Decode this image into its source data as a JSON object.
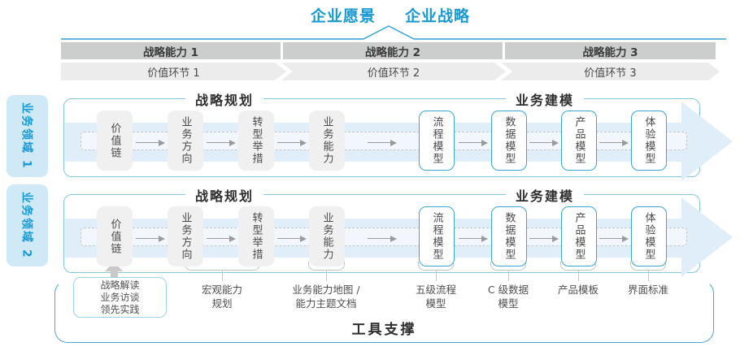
{
  "header": {
    "vision": "企业愿景",
    "strategy": "企业战略"
  },
  "capability_bars": [
    {
      "label": "战略能力 1"
    },
    {
      "label": "战略能力 2"
    },
    {
      "label": "战略能力 3"
    }
  ],
  "value_links": [
    {
      "label": "价值环节 1"
    },
    {
      "label": "价值环节 2"
    },
    {
      "label": "价值环节 3"
    }
  ],
  "domains": [
    {
      "label": "业务领域 1"
    },
    {
      "label": "业务领域 2"
    }
  ],
  "rows": [
    {
      "planning_header": "战略规划",
      "modeling_header": "业务建模",
      "planning_boxes": [
        "价值链",
        "业务方向",
        "转型举措",
        "业务能力"
      ],
      "modeling_boxes": [
        "流程模型",
        "数据模型",
        "产品模型",
        "体验模型"
      ]
    },
    {
      "planning_header": "战略规划",
      "modeling_header": "业务建模",
      "planning_boxes": [
        "价值链",
        "业务方向",
        "转型举措",
        "业务能力"
      ],
      "modeling_boxes": [
        "流程模型",
        "数据模型",
        "产品模型",
        "体验模型"
      ]
    }
  ],
  "annotations": {
    "practice_box": {
      "lines": [
        "战略解读",
        "业务访谈",
        "领先实践"
      ]
    },
    "macro": {
      "l1": "宏观能力",
      "l2": "规划"
    },
    "capability_map": {
      "l1": "业务能力地图 /",
      "l2": "能力主题文档"
    },
    "process": {
      "l1": "五级流程",
      "l2": "模型"
    },
    "data_model": {
      "l1": "C 级数据",
      "l2": "模型"
    },
    "product": {
      "l1": "产品模板"
    },
    "interface": {
      "l1": "界面标准"
    }
  },
  "tool_support": {
    "label": "工具支撑"
  },
  "colors": {
    "accent_blue": "#1899d4",
    "line_blue": "#2d9fd4",
    "row_border": "#85c6e0",
    "tool_border": "#49a8d5",
    "node_border_blue": "#3ba5d6",
    "band_blue": "#dfeef8",
    "bar_gray": "#cccecd",
    "chevron_gray": "#ececec",
    "node_gray": "#f0f0f1"
  }
}
